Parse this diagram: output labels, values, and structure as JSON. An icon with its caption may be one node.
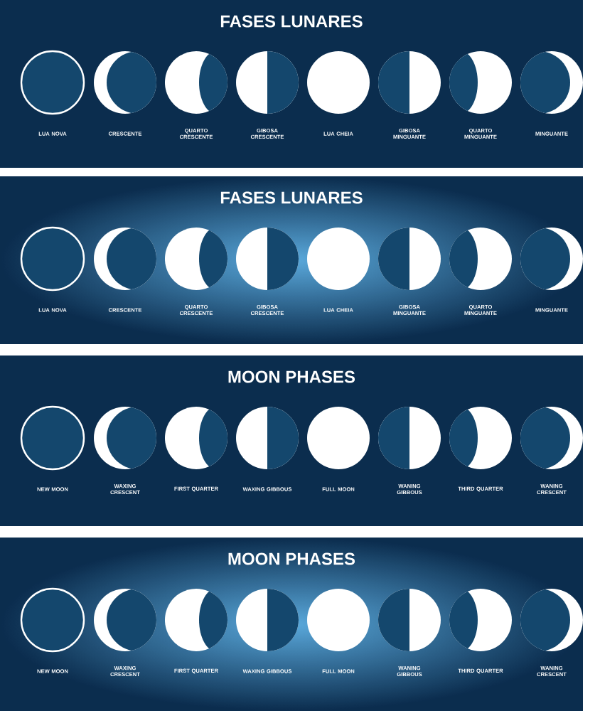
{
  "diagram": {
    "nodes": [
      {
        "text": [
          "FASES LUNARES",
          "LUA NOVA",
          "CRESCENTE",
          "QUARTO CRESCENTE",
          "GIBOSA CRESCENTE",
          "LUA CHEIA",
          "GIBOSA MINGUANTE",
          "QUARTO MINGUANTE",
          "MINGUANTE"
        ]
      },
      {
        "text": [
          "FASES LUNARES",
          "LUA NOVA",
          "CRESCENTE",
          "QUARTO CRESCENTE",
          "GIBOSA CRESCENTE",
          "LUA CHEIA",
          "GIBOSA MINGUANTE",
          "QUARTO MINGUANTE",
          "MINGUANTE"
        ]
      },
      {
        "text": [
          "MOON PHASES",
          "NEW MOON",
          "WAXING CRESCENT",
          "FIRST QUARTER",
          "WAXING GIBBOUS",
          "FULL MOON",
          "WANING GIBBOUS",
          "THIRD QUARTER",
          "WANING CRESCENT"
        ]
      },
      {
        "text": [
          "MOON PHASES",
          "NEW MOON",
          "WAXING CRESCENT",
          "FIRST QUARTER",
          "WAXING GIBBOUS",
          "FULL MOON",
          "WANING GIBBOUS",
          "THIRD QUARTER",
          "WANING CRESCENT"
        ]
      }
    ]
  }
}
